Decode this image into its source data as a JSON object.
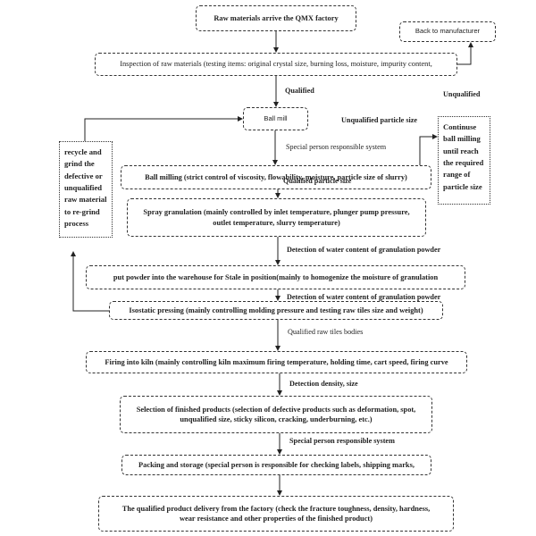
{
  "nodes": {
    "raw_arrive": "Raw materials arrive the QMX factory",
    "back_to_manufacturer": "Back to manufacturer",
    "inspection": "Inspection of raw materials (testing items: original crystal size, burning loss, moisture, impurity content,",
    "ball_mill": "Ball mill",
    "recycle": "recycle and grind the defective or unqualified raw material to re-grind process",
    "continue_milling": "Continuse ball milling until reach the required range of particle size",
    "ball_milling": "Ball milling (strict control of viscosity, flowability, moisture, particle size of slurry)",
    "spray_granulation": "Spray granulation (mainly controlled by inlet temperature, plunger pump pressure, outlet temperature, slurry temperature)",
    "put_powder": "put powder into the warehouse for Stale in position(mainly to homogenize the moisture of granulation",
    "isostatic_pressing": "Isostatic pressing (mainly controlling molding pressure and testing raw tiles size and weight)",
    "firing": "Firing into kiln (mainly controlling kiln maximum firing temperature, holding time, cart speed, firing curve",
    "selection": "Selection of finished products (selection of defective products such as deformation, spot, unqualified size, sticky silicon, cracking, underburning, etc.)",
    "packing": "Packing and storage (special person is responsible for checking labels, shipping marks,",
    "delivery": "The qualified product delivery from the factory (check the fracture toughness, density, hardness, wear resistance and other properties of the finished product)"
  },
  "edge_labels": {
    "qualified": "Qualified",
    "unqualified": "Unqualified",
    "unqualified_particle_size": "Unqualified particle size",
    "special_person_1": "Special person responsible system",
    "qualified_particle_size": "Qualified particle size",
    "detection_water_1": "Detection of water content of granulation powder",
    "detection_water_2": "Detection of water content of granulation powder",
    "qualified_raw_tiles": "Qualified raw tiles bodies",
    "detection_density": "Detection density, size",
    "special_person_2": "Special person responsible system"
  }
}
